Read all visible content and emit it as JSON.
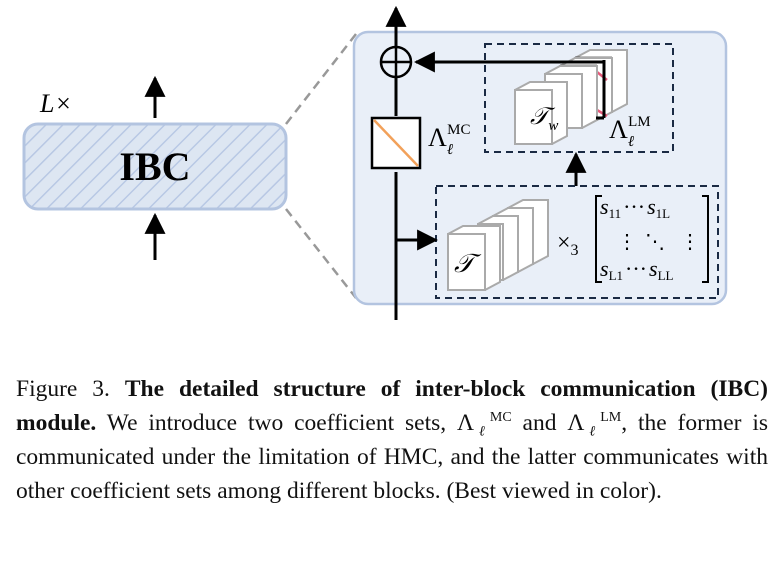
{
  "diagram": {
    "left_label": "L×",
    "ibc_label": "IBC",
    "lambda_mc": {
      "base": "Λ",
      "sub": "ℓ",
      "sup": "MC"
    },
    "lambda_lm": {
      "base": "Λ",
      "sub": "ℓ",
      "sup": "LM"
    },
    "tw": {
      "base": "𝒯",
      "sub": "w"
    },
    "t_cal": "𝒯",
    "times3": {
      "base": "×",
      "sub": "3"
    },
    "matrix": {
      "row1": [
        "s",
        "11",
        "···",
        "s",
        "1L"
      ],
      "row2": [
        "⋮",
        "⋱",
        "⋮"
      ],
      "row3": [
        "s",
        "L1",
        "···",
        "s",
        "LL"
      ]
    },
    "colors": {
      "ibc_fill": "#dde6f2",
      "ibc_border": "#b3c4e0",
      "hatch": "#b8c8e4",
      "panel_fill": "#e9eff8",
      "panel_border": "#b3c4e0",
      "orange": "#f2a15a",
      "pink": "#e65a7a"
    }
  },
  "caption": {
    "figure_label": "Figure 3.",
    "bold_title": "The detailed structure of inter-block communication (IBC) module.",
    "text1": "We introduce two coefficient sets,",
    "and": "and",
    "text2": ", the former is communicated under the limitation of HMC, and the latter communicates with other coefficient sets among different blocks. (Best viewed in color)."
  }
}
